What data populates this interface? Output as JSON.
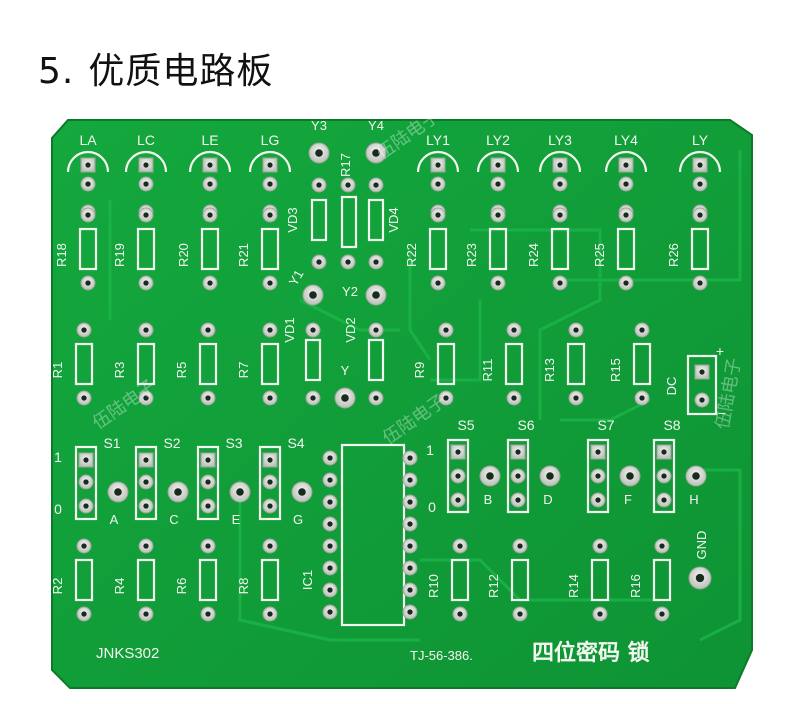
{
  "heading": {
    "number": "5.",
    "title": "优质电路板"
  },
  "board": {
    "colors": {
      "pcb": "#129e3a",
      "pcb_dark": "#0d8a31",
      "trace": "#19b043",
      "silk": "#f4f7ef",
      "pad": "#d8dcd6",
      "hole": "#1a2a1e"
    },
    "led_labels": [
      "LA",
      "LC",
      "LE",
      "LG",
      "LY1",
      "LY2",
      "LY3",
      "LY4",
      "LY"
    ],
    "top_labels": [
      "Y3",
      "R17",
      "Y4"
    ],
    "diode_labels": [
      "VD3",
      "VD4",
      "VD1",
      "VD2"
    ],
    "y_labels": [
      "Y1",
      "Y2",
      "Y"
    ],
    "resistors_row1": [
      "R18",
      "R19",
      "R20",
      "R21",
      "R22",
      "R23",
      "R24",
      "R25",
      "R26"
    ],
    "resistors_row2": [
      "R1",
      "R3",
      "R5",
      "R7",
      "R9",
      "R11",
      "R13",
      "R15"
    ],
    "resistors_row3": [
      "R2",
      "R4",
      "R6",
      "R8",
      "R10",
      "R12",
      "R14",
      "R16"
    ],
    "switches": [
      "S1",
      "S2",
      "S3",
      "S4",
      "S5",
      "S6",
      "S7",
      "S8"
    ],
    "switch_pins_left": [
      "A",
      "C",
      "E",
      "G"
    ],
    "switch_pins_right": [
      "B",
      "D",
      "F",
      "H"
    ],
    "level_labels": [
      "1",
      "0"
    ],
    "ic_label": "IC1",
    "dc_label": "DC",
    "gnd_label": "GND",
    "footer_left": "JNKS302",
    "footer_mid": "TJ-56-386.",
    "footer_right": "四位密码 锁",
    "watermark": "伍陆电子"
  }
}
